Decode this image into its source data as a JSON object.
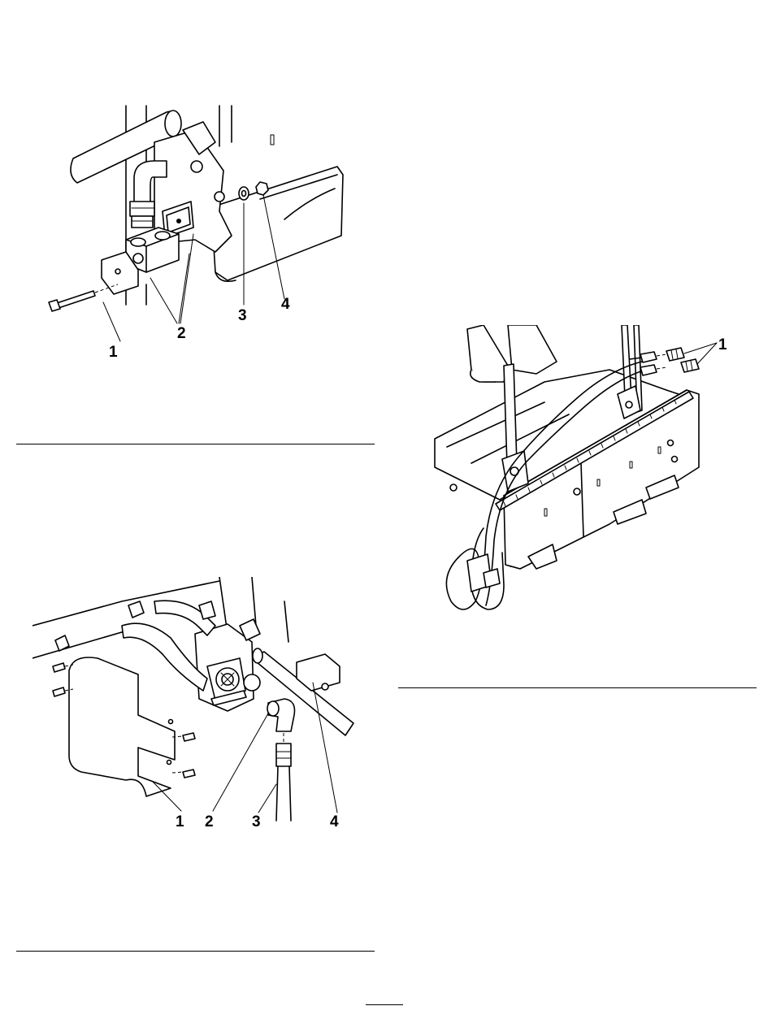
{
  "figures": [
    {
      "id": "figure-1",
      "description_hidden": true,
      "callouts": [
        "1",
        "2",
        "3",
        "4"
      ]
    },
    {
      "id": "figure-2",
      "callouts": [
        "1"
      ]
    },
    {
      "id": "figure-3",
      "callouts": [
        "1",
        "2",
        "3",
        "4"
      ]
    }
  ]
}
